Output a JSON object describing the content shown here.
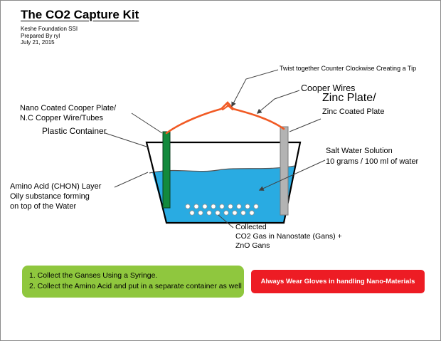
{
  "header": {
    "title": "The CO2 Capture Kit",
    "org": "Keshe Foundation SSI",
    "prepared_by": "Prepared By ryl",
    "date": "July 21, 2015"
  },
  "diagram": {
    "twist_label": "Twist together Counter Clockwise Creating a Tip",
    "cooper_wires": "Cooper Wires",
    "zinc_plate_title": "Zinc Plate/",
    "zinc_plate_sub": "Zinc Coated Plate",
    "nano_plate_line1": "Nano Coated Cooper Plate/",
    "nano_plate_line2": "N.C Copper Wire/Tubes",
    "plastic_container": "Plastic Container",
    "salt_water_line1": "Salt Water Solution",
    "salt_water_line2": "10 grams / 100 ml of water",
    "amino_line1": "Amino Acid (CHON) Layer",
    "amino_line2": "Oily substance forming",
    "amino_line3": "on top of the Water",
    "collected_line1": "Collected",
    "collected_line2": "CO2 Gas in Nanostate (Gans) +",
    "collected_line3": "ZnO Gans"
  },
  "notes": {
    "green_line1": "1. Collect the Ganses Using a Syringe.",
    "green_line2": "2. Collect the Amino Acid and put in a separate container as well",
    "red_text": "Always Wear Gloves in handling Nano-Materials"
  },
  "colors": {
    "water": "#29abe2",
    "plate_green": "#138a3d",
    "plate_gray": "#b3b3b3",
    "wire_orange": "#f15a24",
    "note_green": "#8fc73e",
    "note_red": "#ed1c24"
  }
}
